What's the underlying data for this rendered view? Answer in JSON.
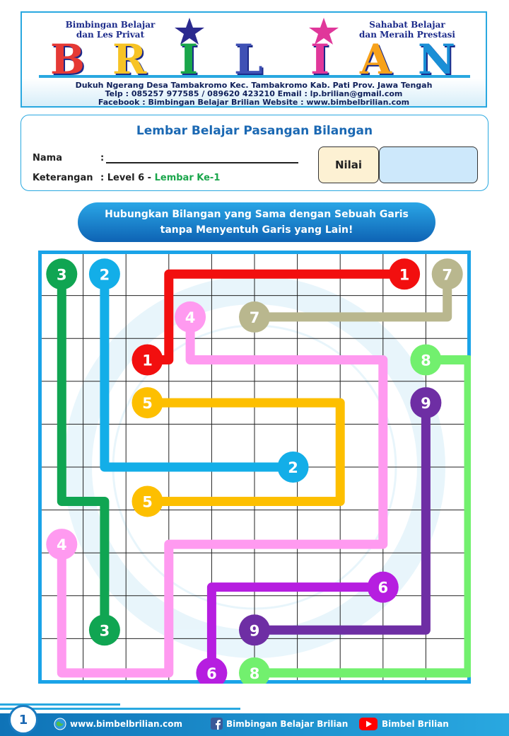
{
  "header": {
    "tagline_left": [
      "Bimbingan Belajar",
      "dan Les Privat"
    ],
    "tagline_right": [
      "Sahabat Belajar",
      "dan Meraih Prestasi"
    ],
    "brand_letters": [
      "B",
      "R",
      "I",
      "L",
      "I",
      "A",
      "N"
    ],
    "brand_colors": [
      "#e53935",
      "#f7c325",
      "#1aa64b",
      "#3f51b5",
      "#e0379a",
      "#f7a21b",
      "#1a8fd6"
    ],
    "address": "Dukuh Ngerang Desa Tambakromo Kec. Tambakromo Kab. Pati Prov. Jawa Tengah",
    "contact": "Telp : 085257 977585 / 089620 423210     Email : lp.brilian@gmail.com",
    "social": "Facebook : Bimbingan Belajar Brilian      Website : www.bimbelbrilian.com"
  },
  "worksheet": {
    "title": "Lembar Belajar Pasangan Bilangan",
    "name_label": "Nama",
    "colon": ":",
    "info_label": "Keterangan",
    "info_level": ": Level 6 - ",
    "info_sheet": "Lembar Ke-1",
    "score_label": "Nilai"
  },
  "instruction": [
    "Hubungkan Bilangan yang Sama dengan Sebuah Garis",
    "tanpa Menyentuh Garis yang Lain!"
  ],
  "puzzle": {
    "columns": 10,
    "rows": 10,
    "pairs": [
      {
        "number": "1",
        "color": "#f20f0f",
        "ends": [
          [
            8,
            0
          ],
          [
            2,
            2
          ]
        ],
        "path": [
          [
            8,
            0
          ],
          [
            2.5,
            0
          ],
          [
            2.5,
            2
          ],
          [
            2,
            2
          ]
        ]
      },
      {
        "number": "2",
        "color": "#13aee8",
        "ends": [
          [
            1,
            0
          ],
          [
            5.4,
            4.5
          ]
        ],
        "path": [
          [
            1,
            0
          ],
          [
            1,
            4.5
          ],
          [
            5.4,
            4.5
          ]
        ]
      },
      {
        "number": "3",
        "color": "#10a552",
        "ends": [
          [
            0,
            0
          ],
          [
            1,
            8.3
          ]
        ],
        "path": [
          [
            0,
            0
          ],
          [
            0,
            5.3
          ],
          [
            1,
            5.3
          ],
          [
            1,
            8.3
          ]
        ]
      },
      {
        "number": "4",
        "color": "#ff9af0",
        "ends": [
          [
            3,
            1
          ],
          [
            0,
            6.3
          ]
        ],
        "path": [
          [
            3,
            1
          ],
          [
            3,
            2
          ],
          [
            7.5,
            2
          ],
          [
            7.5,
            6.3
          ],
          [
            2.5,
            6.3
          ],
          [
            2.5,
            9.3
          ],
          [
            0,
            9.3
          ],
          [
            0,
            6.3
          ]
        ]
      },
      {
        "number": "5",
        "color": "#fdbf00",
        "ends": [
          [
            2,
            3
          ],
          [
            2,
            5.3
          ]
        ],
        "path": [
          [
            2,
            3
          ],
          [
            6.5,
            3
          ],
          [
            6.5,
            5.3
          ],
          [
            2,
            5.3
          ]
        ]
      },
      {
        "number": "6",
        "color": "#b61ee0",
        "ends": [
          [
            7.5,
            7.3
          ],
          [
            3.5,
            9.3
          ]
        ],
        "path": [
          [
            7.5,
            7.3
          ],
          [
            3.5,
            7.3
          ],
          [
            3.5,
            9.3
          ]
        ]
      },
      {
        "number": "7",
        "color": "#b9b78e",
        "ends": [
          [
            9,
            0
          ],
          [
            4.5,
            1
          ]
        ],
        "path": [
          [
            9,
            0
          ],
          [
            9,
            1
          ],
          [
            4.5,
            1
          ]
        ]
      },
      {
        "number": "8",
        "color": "#72f06e",
        "ends": [
          [
            8.5,
            2
          ],
          [
            4.5,
            9.3
          ]
        ],
        "path": [
          [
            8.5,
            2
          ],
          [
            9.5,
            2
          ],
          [
            9.5,
            9.3
          ],
          [
            4.5,
            9.3
          ]
        ]
      },
      {
        "number": "9",
        "color": "#6e2ea4",
        "ends": [
          [
            8.5,
            3
          ],
          [
            4.5,
            8.3
          ]
        ],
        "path": [
          [
            8.5,
            3
          ],
          [
            8.5,
            8.3
          ],
          [
            4.5,
            8.3
          ]
        ]
      }
    ]
  },
  "footer": {
    "page_number": "1",
    "website": "www.bimbelbrilian.com",
    "facebook": "Bimbingan Belajar Brilian",
    "youtube": "Bimbel Brilian"
  }
}
